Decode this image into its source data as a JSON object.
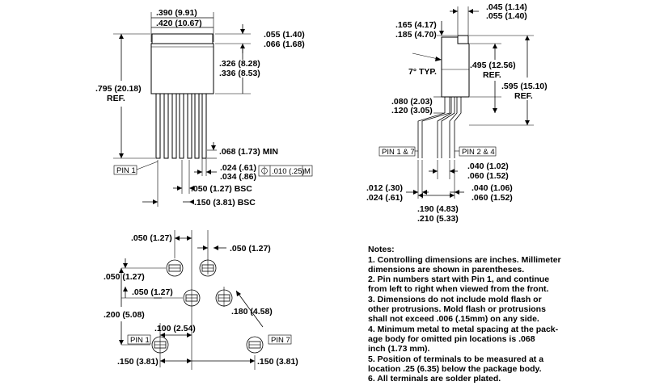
{
  "front_view": {
    "dims": {
      "width": ".390 (9.91)",
      "width2": ".420 (10.67)",
      "tab": ".055 (1.40)",
      "tab2": ".066 (1.68)",
      "body_h": ".326 (8.28)",
      "body_h2": ".336 (8.53)",
      "overall": ".795 (20.18)",
      "overall_ref": "REF.",
      "lead_min": ".068 (1.73) MIN",
      "lead_w": ".024 (.61)",
      "lead_w2": ".034 (.86)",
      "tol": ".010 (.25)",
      "tol_m": "M",
      "pitch": ".050 (1.27) BSC",
      "span": ".150 (3.81) BSC"
    },
    "pin1_label": "PIN 1"
  },
  "side_view": {
    "dims": {
      "top": ".045 (1.14)",
      "top2": ".055 (1.40)",
      "tab": ".165 (4.17)",
      "tab2": ".185 (4.70)",
      "angle": "7° TYP.",
      "body": ".495 (12.56)",
      "body_ref": "REF.",
      "overall": ".595 (15.10)",
      "overall_ref": "REF.",
      "offset": ".080 (2.03)",
      "offset2": ".120 (3.05)",
      "lead_l": ".012 (.30)",
      "lead_l2": ".024 (.61)",
      "pitch_a": ".040 (1.02)",
      "pitch_a2": ".060 (1.52)",
      "pitch_b": ".040 (1.06)",
      "pitch_b2": ".060 (1.52)",
      "width": ".190 (4.83)",
      "width2": ".210 (5.33)"
    },
    "pin17_label": "PIN 1 & 7",
    "pin24_label": "PIN 2 & 4"
  },
  "footprint": {
    "dims": {
      "d1": ".050 (1.27)",
      "d2": ".050 (1.27)",
      "d3": ".050 (1.27)",
      "d4": ".050 (1.27)",
      "d5": ".200 (5.08)",
      "d6": ".100 (2.54)",
      "d7": ".180 (4.58)",
      "d8": ".150 (3.81)",
      "d9": ".150 (3.81)"
    },
    "pin1_label": "PIN 1",
    "pin7_label": "PIN 7"
  },
  "notes": {
    "title": "Notes:",
    "lines": [
      "1.  Controlling dimensions are inches. Millimeter",
      "     dimensions are shown in parentheses.",
      "2.  Pin numbers start with Pin 1, and continue",
      "     from left to right when viewed from the front.",
      "3.  Dimensions do not include mold flash or",
      "     other protrusions.  Mold flash or protrusions",
      "     shall not exceed .006 (.15mm) on any side.",
      "4.  Minimum metal to metal spacing at the pack-",
      "     age body for omitted pin locations is .068",
      "     inch (1.73 mm).",
      "5.  Position of terminals to be measured at a",
      "     location .25 (6.35) below the package body.",
      "6.  All terminals are solder plated."
    ]
  }
}
